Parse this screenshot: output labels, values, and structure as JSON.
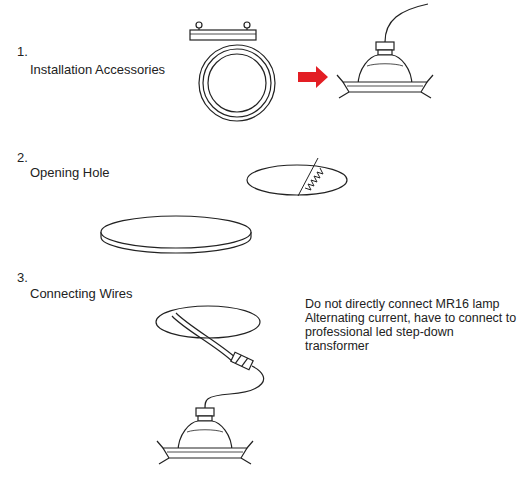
{
  "diagram": {
    "labels": [
      "1.",
      "Installation Accessories",
      "2.",
      "Opening Hole",
      "3.",
      "Connecting Wires",
      "Do not directly connect MR16 lamp Alternating current, have to connect to professional led step-down transformer"
    ]
  }
}
